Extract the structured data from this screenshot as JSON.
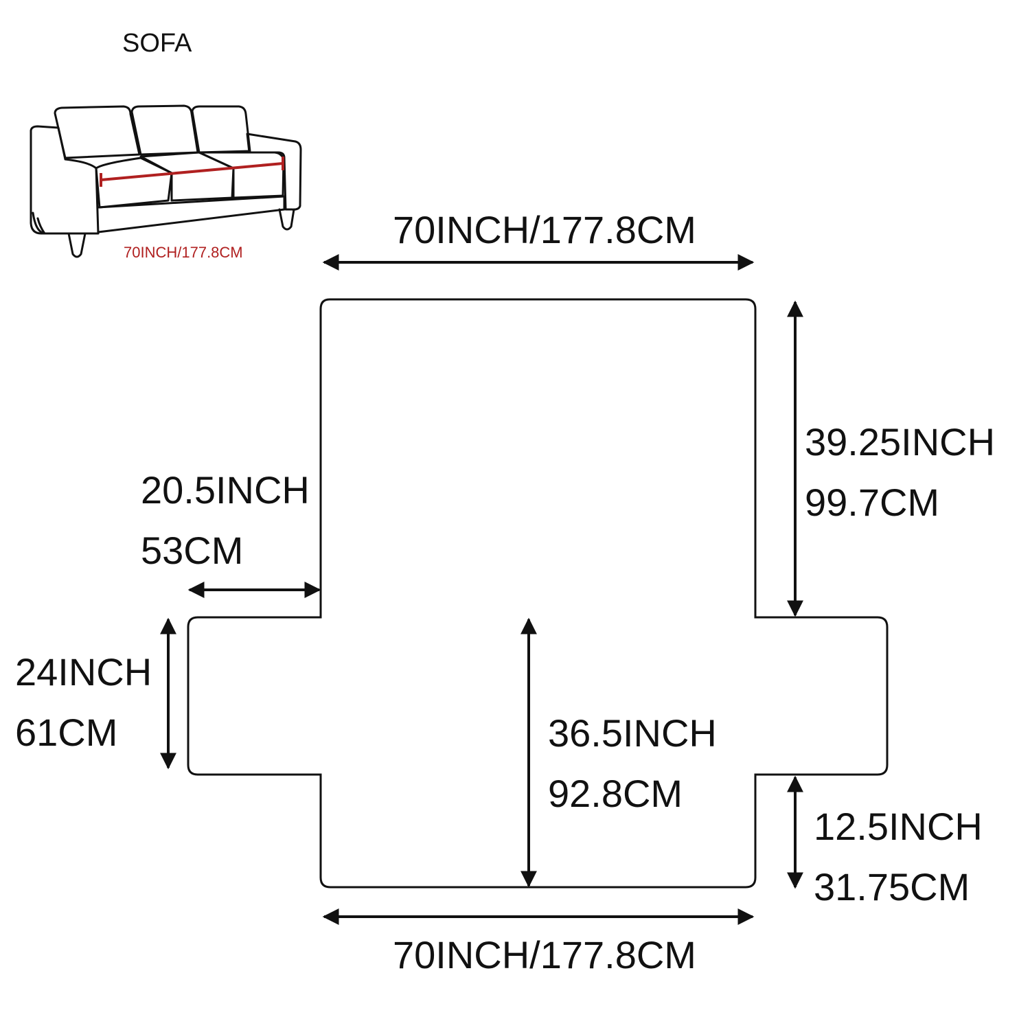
{
  "sofa": {
    "title": "SOFA",
    "seat_width": "70INCH/177.8CM"
  },
  "dimensions": {
    "top_width": "70INCH/177.8CM",
    "bottom_width": "70INCH/177.8CM",
    "right_back_inch": "39.25INCH",
    "right_back_cm": "99.7CM",
    "left_flap_inch": "20.5INCH",
    "left_flap_cm": "53CM",
    "arm_height_inch": "24INCH",
    "arm_height_cm": "61CM",
    "center_seat_inch": "36.5INCH",
    "center_seat_cm": "92.8CM",
    "bottom_skirt_inch": "12.5INCH",
    "bottom_skirt_cm": "31.75CM"
  },
  "colors": {
    "line": "#111111",
    "accent": "#b02020"
  }
}
